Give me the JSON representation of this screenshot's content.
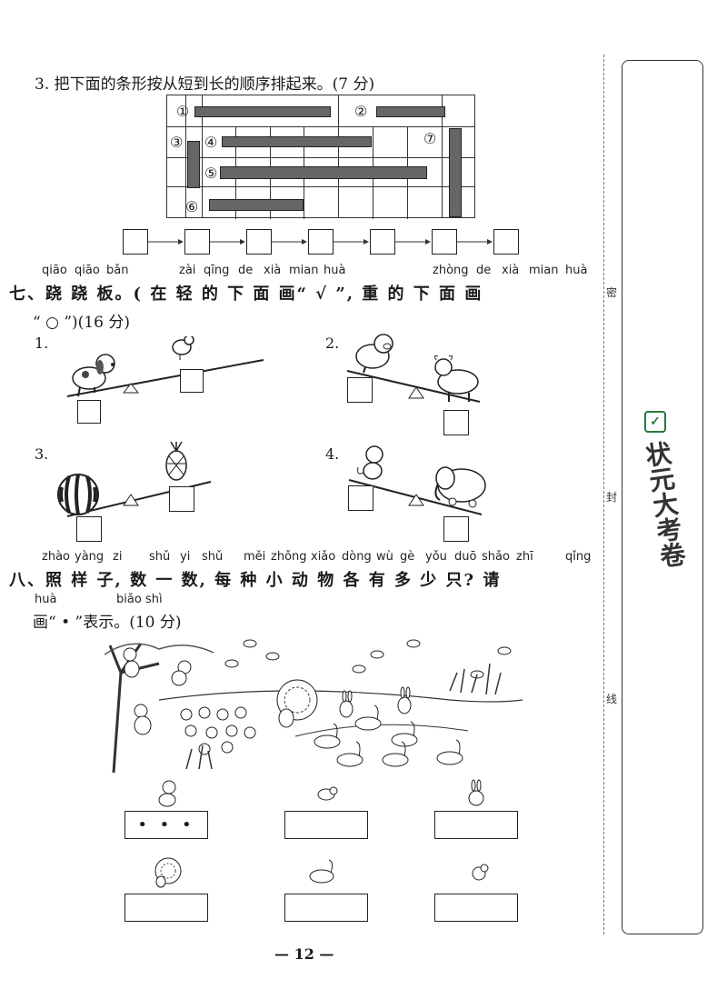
{
  "q3": {
    "title": "3. 把下面的条形按从短到长的顺序排起来。(7 分)",
    "labels": [
      "①",
      "②",
      "③",
      "④",
      "⑤",
      "⑥",
      "⑦"
    ]
  },
  "q7": {
    "pinyin": [
      "qiāo",
      "qiāo",
      "bǎn",
      "zài",
      "qīng",
      "de",
      "xià",
      "mian",
      "huà",
      "zhòng",
      "de",
      "xià",
      "mian",
      "huà"
    ],
    "heading": "七、跷 跷 板。( 在 轻 的 下 面 画“ √ ”, 重 的 下 面 画",
    "heading2": "“ ○ ”)(16 分)",
    "items": [
      "1.",
      "2.",
      "3.",
      "4."
    ]
  },
  "q8": {
    "pinyin": [
      "zhào",
      "yàng",
      "zi",
      "shǔ",
      "yi",
      "shǔ",
      "měi",
      "zhǒng",
      "xiǎo",
      "dòng",
      "wù",
      "gè",
      "yǒu",
      "duō",
      "shǎo",
      "zhī",
      "qǐng"
    ],
    "heading": "八、照 样 子, 数 一 数, 每 种 小 动 物 各 有 多 少 只? 请",
    "pinyin2": [
      "huà",
      "biǎo",
      "shì"
    ],
    "heading2": "画“ • ”表示。(10 分)",
    "example_dots": "• • •"
  },
  "page_number": "— 12 —",
  "seal": [
    "密",
    "封",
    "线"
  ],
  "brand": "状元大考卷"
}
